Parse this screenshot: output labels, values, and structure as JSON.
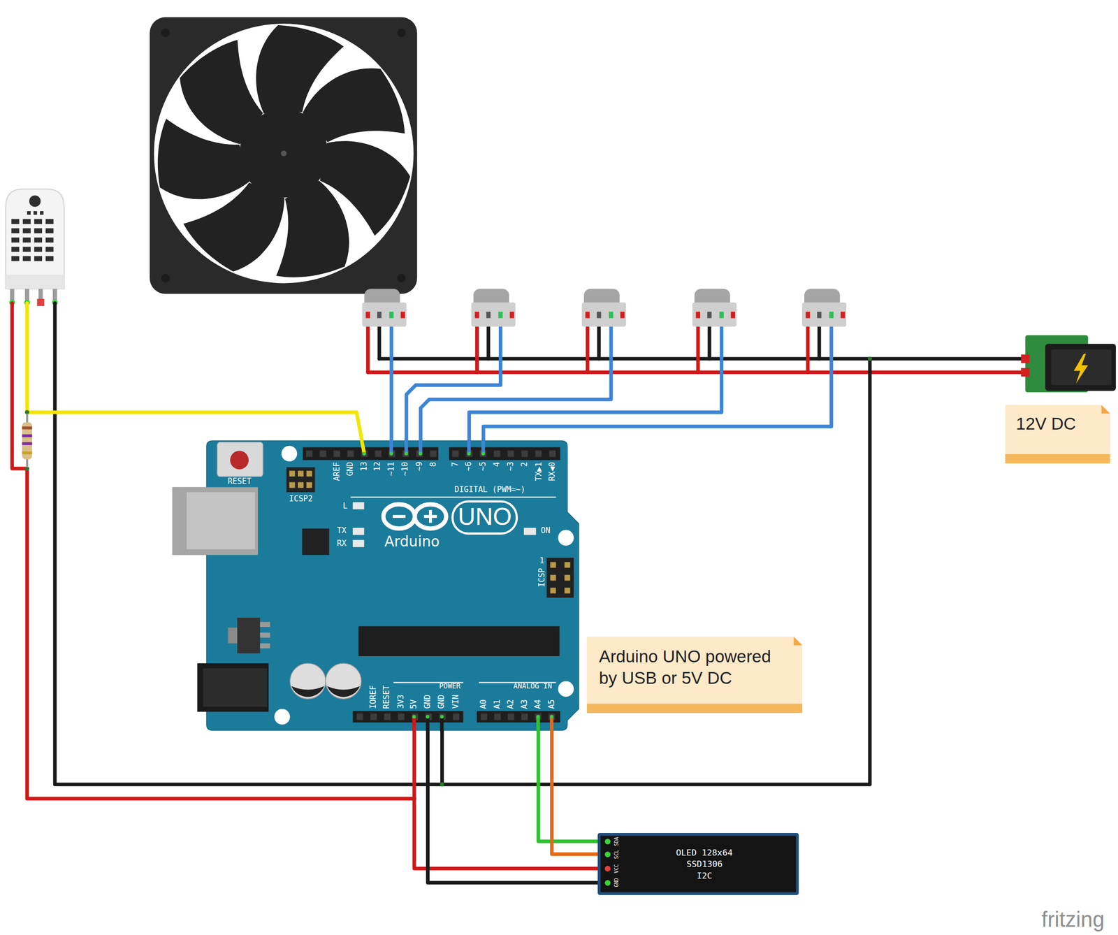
{
  "diagram": {
    "nodes": [
      {
        "text": [
          "12V DC"
        ]
      },
      {
        "text": [
          "UNO",
          "Arduino"
        ]
      },
      {
        "text": [
          "Arduino UNO powered by USB or 5V DC"
        ]
      },
      {
        "text": [
          "OLED 128x64",
          "SSD1306",
          "I2C"
        ]
      }
    ],
    "edges": [
      {
        "from": 1,
        "to": 3,
        "arrow": "none"
      },
      {
        "from": 1,
        "to": 3,
        "arrow": "none"
      },
      {
        "from": 1,
        "to": 3,
        "arrow": "none"
      },
      {
        "from": 1,
        "to": 3,
        "arrow": "none"
      }
    ],
    "labels": [
      "RESET",
      "ICSP2",
      "AREF",
      "GND",
      "13",
      "12",
      "~11",
      "~10",
      "~9",
      "8",
      "7",
      "~6",
      "~5",
      "4",
      "~3",
      "2",
      "TX▶1",
      "RX◀0",
      "DIGITAL (PWM=~)",
      "L",
      "TX",
      "ON",
      "RX",
      "1",
      "ICSP",
      "POWER",
      "ANALOG IN",
      "IOREF",
      "RESET",
      "3V3",
      "5V",
      "GND",
      "GND",
      "VIN",
      "A0",
      "A1",
      "A2",
      "A3",
      "A4",
      "A5",
      "SDA",
      "SCL",
      "VCC",
      "GND",
      "fritzing"
    ]
  }
}
